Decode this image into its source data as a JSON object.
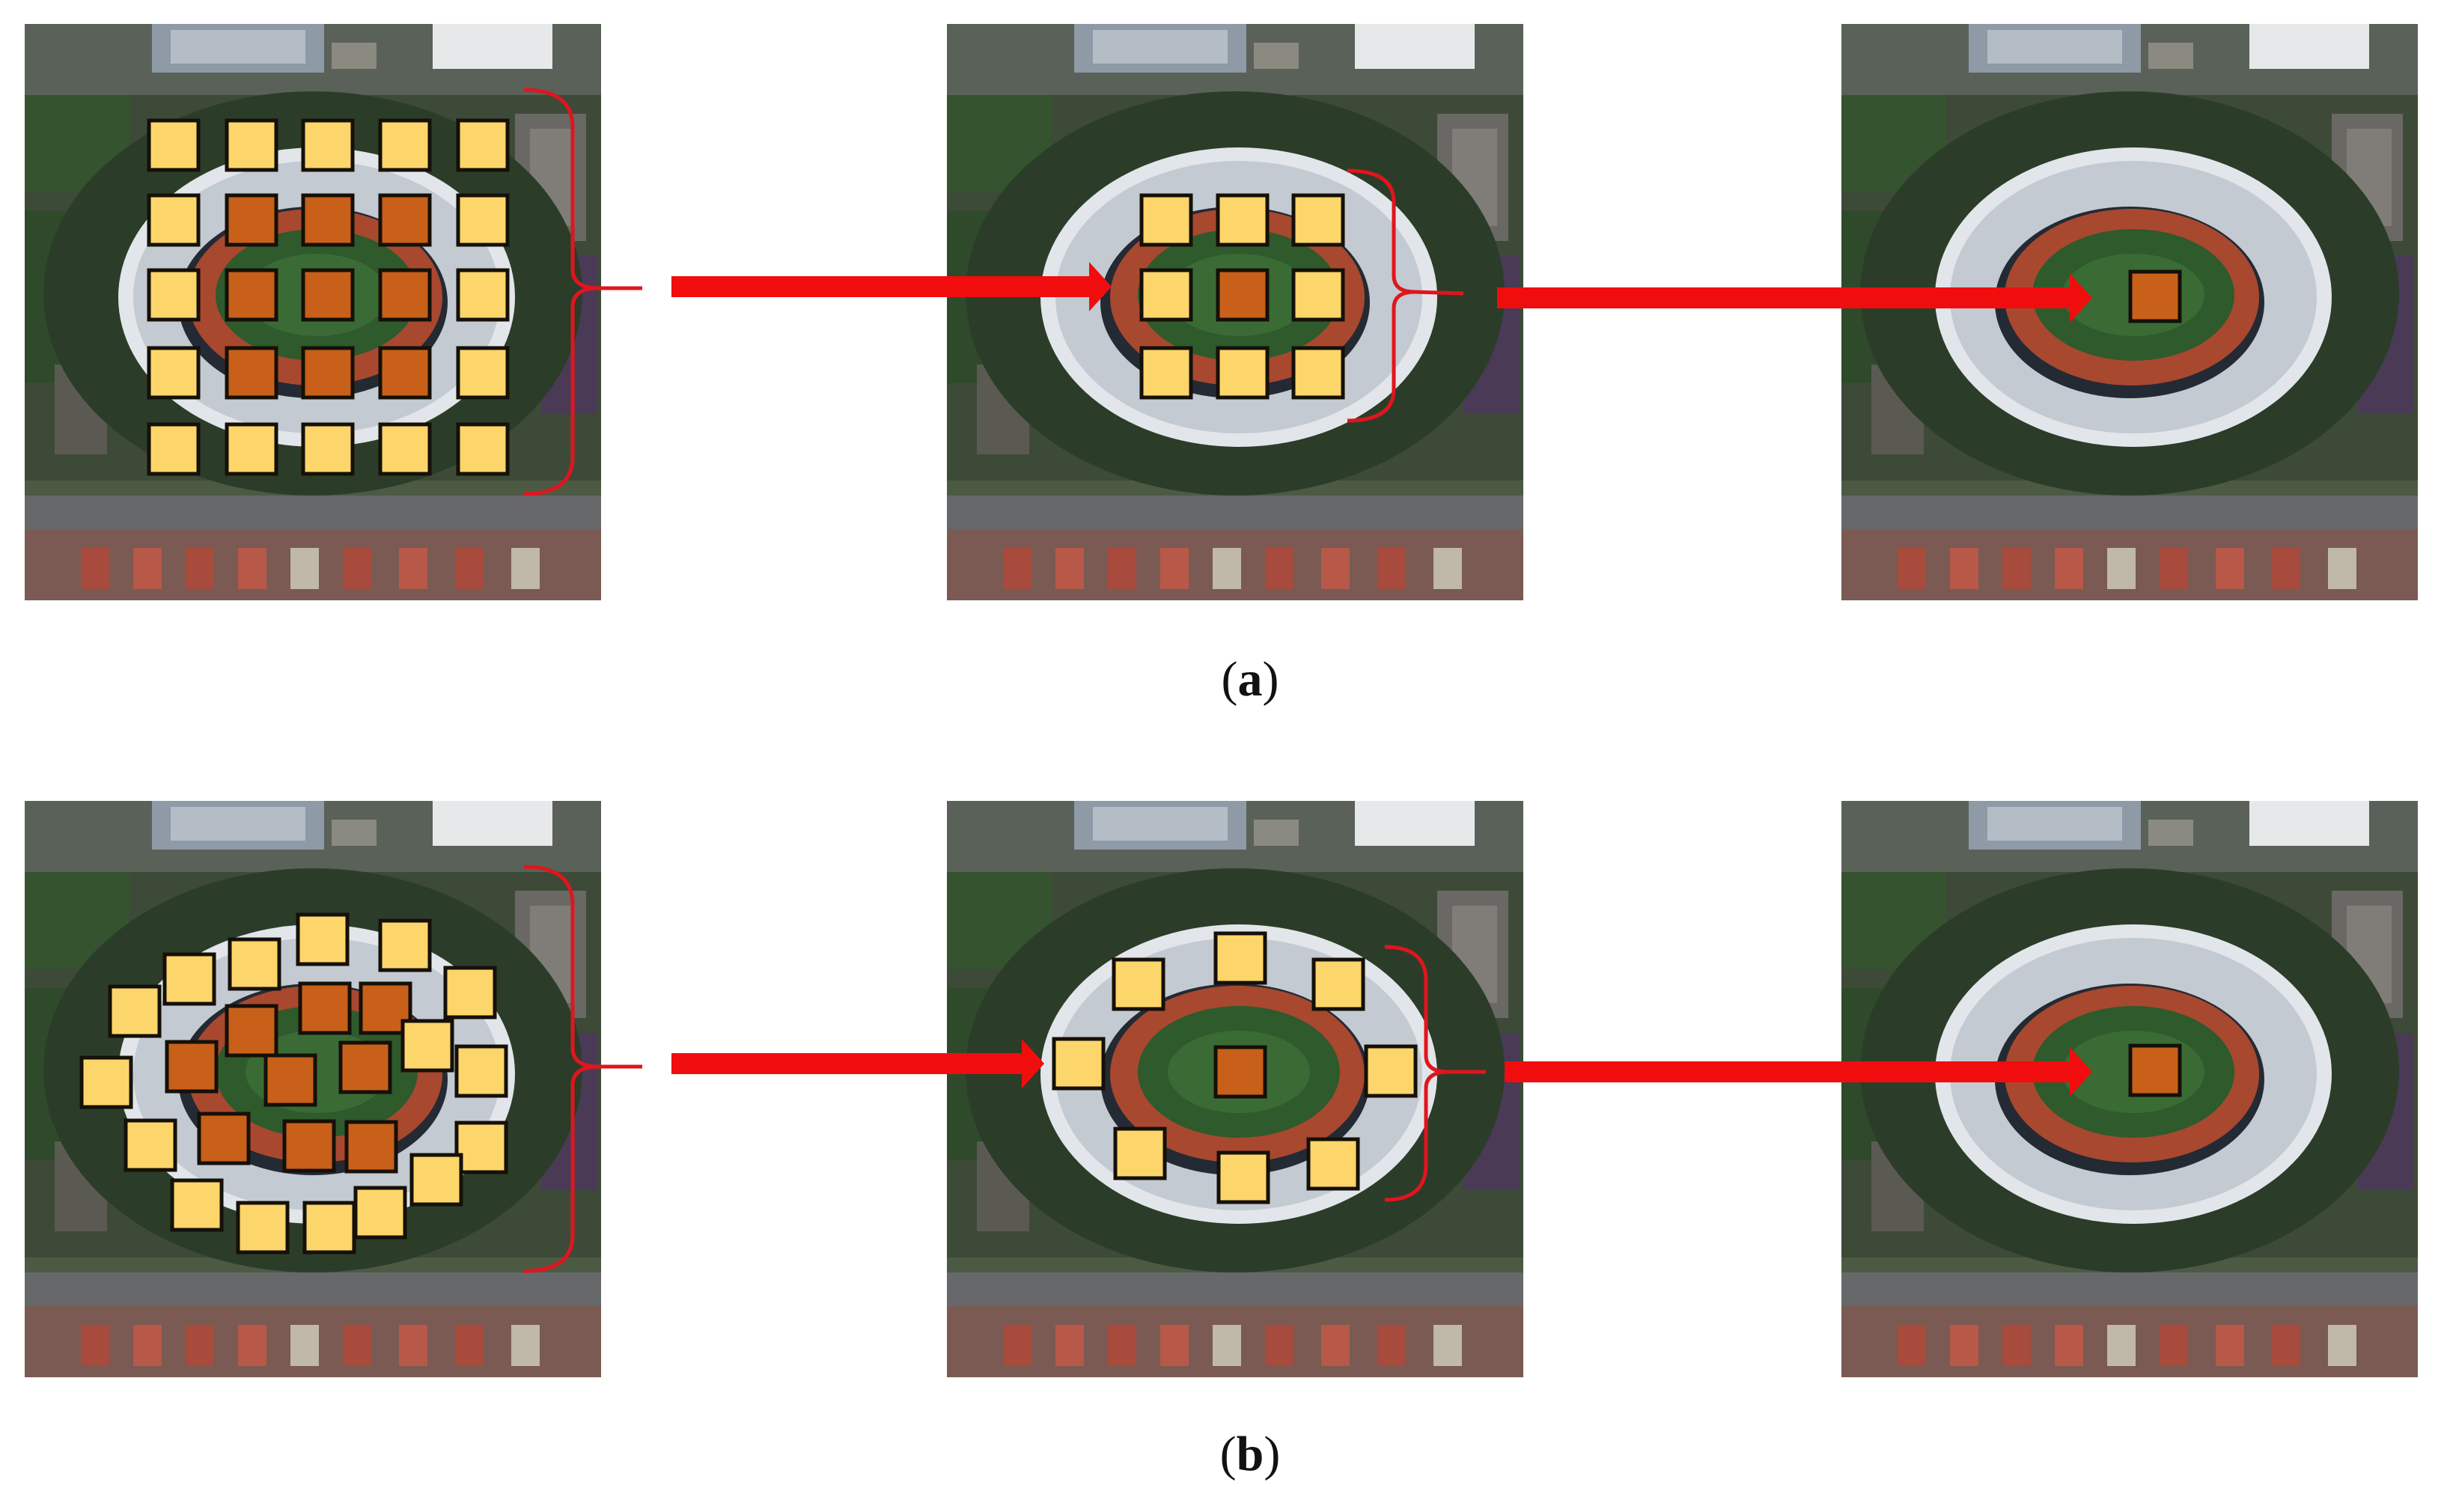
{
  "figure": {
    "panels": [
      {
        "id": "a",
        "label": "a",
        "stages": 3,
        "sampling": "regular grid"
      },
      {
        "id": "b",
        "label": "b",
        "stages": 3,
        "sampling": "deformable"
      }
    ]
  },
  "colors": {
    "sample_light": "#FDD66B",
    "sample_dark": "#C8601A",
    "sample_border": "#151008",
    "arrow": "#F10D0D",
    "bracket": "#E0151E",
    "grass": "#2E5A2C",
    "track": "#A8482F",
    "roof": "#D3D9DE"
  }
}
